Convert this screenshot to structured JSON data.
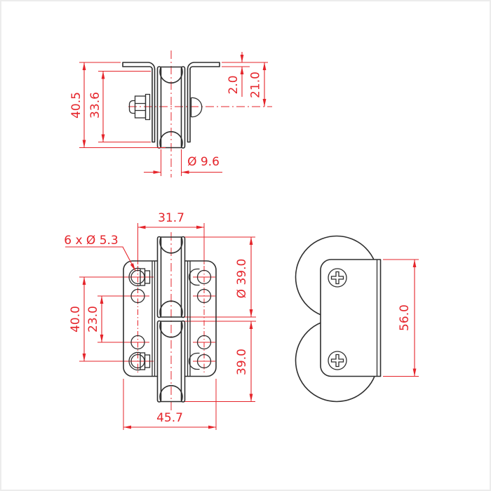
{
  "drawing": {
    "colors": {
      "dimension_red": "#e5252b",
      "part_line_black": "#2e2e2e",
      "page_border_gray": "#ececec",
      "background": "#ffffff"
    },
    "top_view": {
      "dim_overall_height": "40.5",
      "dim_plate_height": "33.6",
      "dim_flange_thickness": "2.0",
      "dim_axle_offset": "21.0",
      "dim_bore_diameter": "Ø 9.6"
    },
    "front_view": {
      "dim_hole_span": "31.7",
      "note_mounting_holes": "6 x Ø 5.3",
      "dim_outer_hole_pitch": "40.0",
      "dim_inner_hole_pitch": "23.0",
      "dim_sheave_diameter": "Ø 39.0",
      "dim_sheave_pitch": "39.0",
      "dim_overall_width": "45.7"
    },
    "side_view": {
      "dim_plate_height": "56.0"
    }
  }
}
